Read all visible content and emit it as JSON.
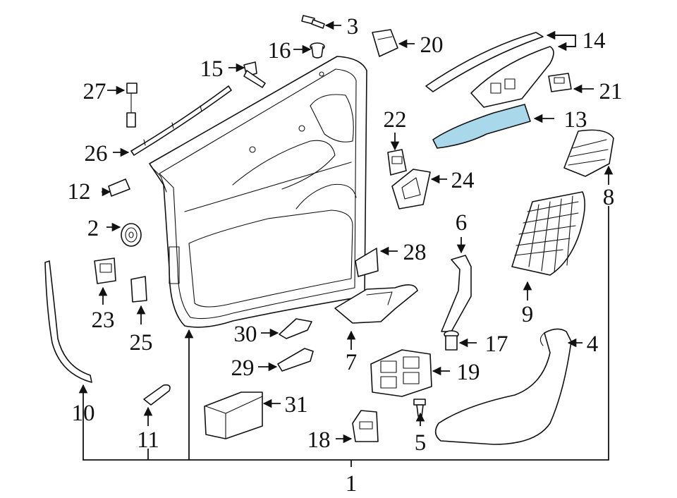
{
  "highlight_color": "#a8d8ea",
  "callouts": {
    "c1": "1",
    "c2": "2",
    "c3": "3",
    "c4": "4",
    "c5": "5",
    "c6": "6",
    "c7": "7",
    "c8": "8",
    "c9": "9",
    "c10": "10",
    "c11": "11",
    "c12": "12",
    "c13": "13",
    "c14": "14",
    "c15": "15",
    "c16": "16",
    "c17": "17",
    "c18": "18",
    "c19": "19",
    "c20": "20",
    "c21": "21",
    "c22": "22",
    "c23": "23",
    "c24": "24",
    "c25": "25",
    "c26": "26",
    "c27": "27",
    "c28": "28",
    "c29": "29",
    "c30": "30",
    "c31": "31"
  }
}
